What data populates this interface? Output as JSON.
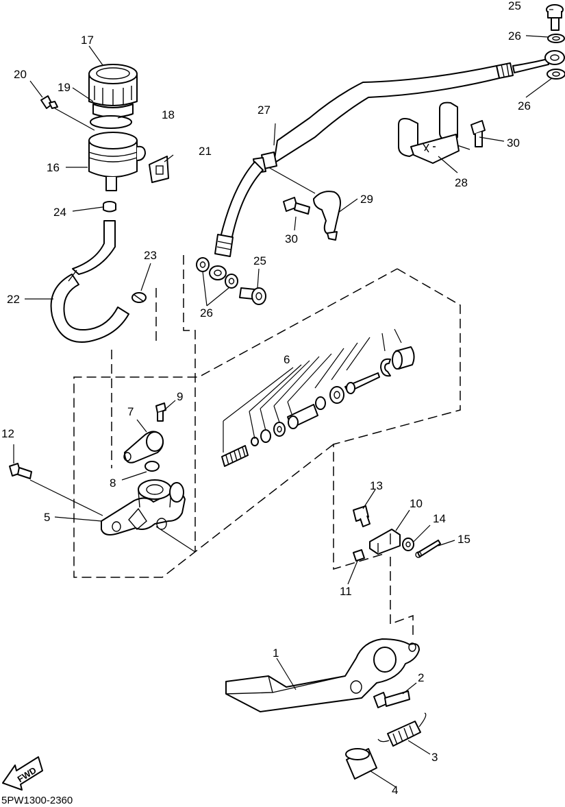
{
  "diagram_code": "5PW1300-2360",
  "fwd_label": "FWD",
  "callouts": {
    "p1": "1",
    "p2": "2",
    "p3": "3",
    "p4": "4",
    "p5": "5",
    "p6": "6",
    "p7": "7",
    "p8": "8",
    "p9": "9",
    "p10": "10",
    "p11": "11",
    "p12": "12",
    "p13": "13",
    "p14": "14",
    "p15": "15",
    "p16": "16",
    "p17": "17",
    "p18": "18",
    "p19": "19",
    "p20": "20",
    "p21": "21",
    "p22": "22",
    "p23": "23",
    "p24": "24",
    "p25_top": "25",
    "p25": "25",
    "p26_a": "26",
    "p26_b": "26",
    "p26_c": "26",
    "p27": "27",
    "p28": "28",
    "p29": "29",
    "p30_a": "30",
    "p30_b": "30"
  }
}
